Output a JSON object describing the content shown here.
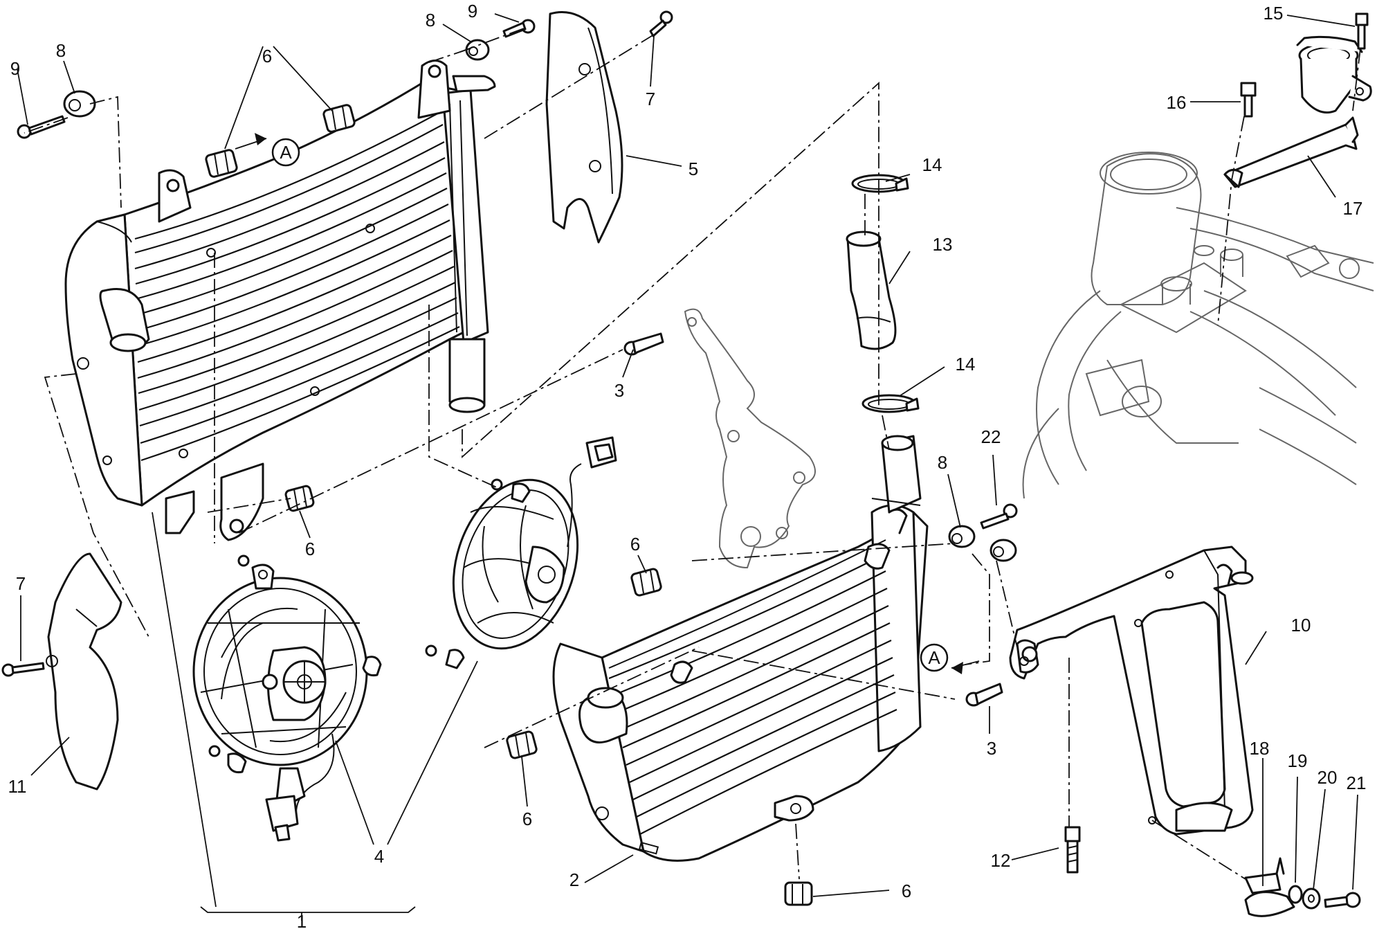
{
  "diagram": {
    "callouts": [
      {
        "id": "c1",
        "label": "1"
      },
      {
        "id": "c2",
        "label": "2"
      },
      {
        "id": "c3a",
        "label": "3"
      },
      {
        "id": "c3b",
        "label": "3"
      },
      {
        "id": "c4",
        "label": "4"
      },
      {
        "id": "c5",
        "label": "5"
      },
      {
        "id": "c6a",
        "label": "6"
      },
      {
        "id": "c6b",
        "label": "6"
      },
      {
        "id": "c6c",
        "label": "6"
      },
      {
        "id": "c6d",
        "label": "6"
      },
      {
        "id": "c6e",
        "label": "6"
      },
      {
        "id": "c7a",
        "label": "7"
      },
      {
        "id": "c7b",
        "label": "7"
      },
      {
        "id": "c8a",
        "label": "8"
      },
      {
        "id": "c8b",
        "label": "8"
      },
      {
        "id": "c8c",
        "label": "8"
      },
      {
        "id": "c9a",
        "label": "9"
      },
      {
        "id": "c9b",
        "label": "9"
      },
      {
        "id": "c10",
        "label": "10"
      },
      {
        "id": "c11",
        "label": "11"
      },
      {
        "id": "c12",
        "label": "12"
      },
      {
        "id": "c13",
        "label": "13"
      },
      {
        "id": "c14a",
        "label": "14"
      },
      {
        "id": "c14b",
        "label": "14"
      },
      {
        "id": "c15",
        "label": "15"
      },
      {
        "id": "c16",
        "label": "16"
      },
      {
        "id": "c17",
        "label": "17"
      },
      {
        "id": "c18",
        "label": "18"
      },
      {
        "id": "c19",
        "label": "19"
      },
      {
        "id": "c20",
        "label": "20"
      },
      {
        "id": "c21",
        "label": "21"
      },
      {
        "id": "c22",
        "label": "22"
      }
    ],
    "reference_markers": [
      {
        "id": "refA1",
        "letter": "A"
      },
      {
        "id": "refA2",
        "letter": "A"
      }
    ]
  }
}
